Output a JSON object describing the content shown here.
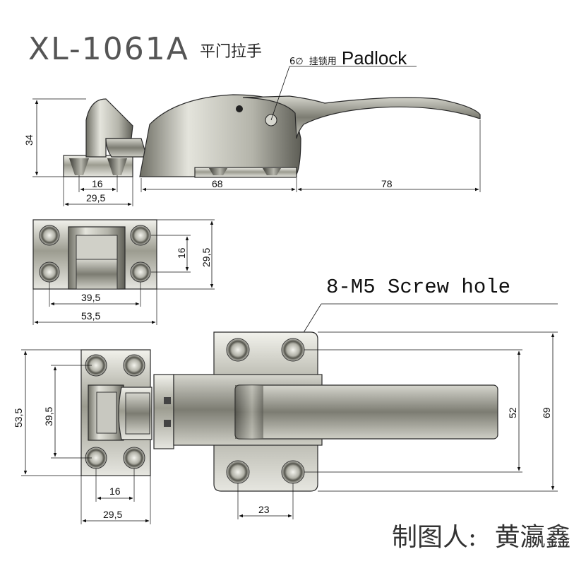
{
  "title": {
    "model": "XL-1061A",
    "name_cn": "平门拉手"
  },
  "callouts": {
    "padlock_prefix": "6∅",
    "padlock_cn": "挂锁用",
    "padlock": "Padlock",
    "screw_hole": "8-M5 Screw hole"
  },
  "dimensions": {
    "side_height": "34",
    "side_base_16": "16",
    "side_base_29_5": "29,5",
    "side_body_68": "68",
    "side_lever_78": "78",
    "back_16": "16",
    "back_29_5": "29,5",
    "back_39_5": "39,5",
    "back_53_5": "53,5",
    "top_53_5": "53,5",
    "top_39_5": "39,5",
    "top_16": "16",
    "top_29_5": "29,5",
    "top_23": "23",
    "top_52": "52",
    "top_69": "69"
  },
  "author": {
    "label": "制图人:",
    "name": "黄瀛鑫"
  }
}
